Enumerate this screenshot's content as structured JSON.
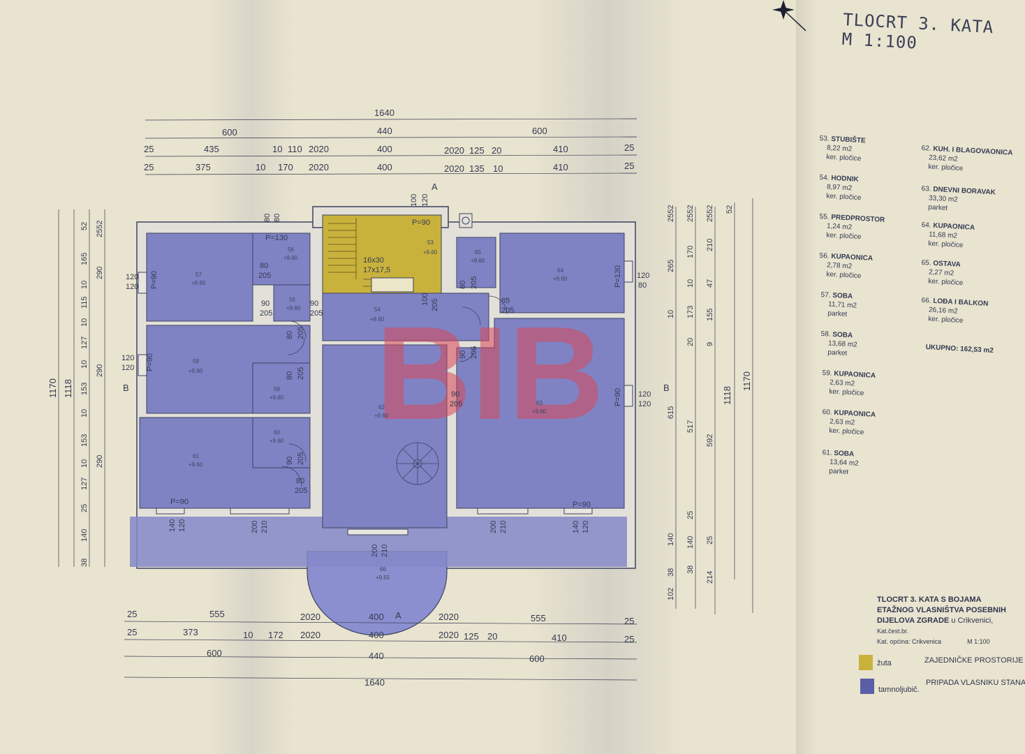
{
  "title": {
    "line1": "TLOCRT 3. KATA",
    "line2": "M 1:100"
  },
  "colors": {
    "paper": "#e9e4cf",
    "common": "#c9b23c",
    "owner": "#7f83c4",
    "wall": "#e3e1d9",
    "line": "#343a52",
    "watermark": "#d8485a"
  },
  "watermark": "BIB",
  "dimensions": {
    "top_total": "1640",
    "top_row1": [
      "600",
      "440",
      "600"
    ],
    "top_row2": [
      "25",
      "435",
      "10",
      "110",
      "2020",
      "400",
      "2020",
      "125",
      "20",
      "410",
      "25"
    ],
    "top_row3": [
      "25",
      "375",
      "10",
      "170",
      "2020",
      "400",
      "2020",
      "135",
      "10",
      "410",
      "25"
    ],
    "bottom_row1": [
      "25",
      "555",
      "2020",
      "400",
      "2020",
      "555",
      "25"
    ],
    "bottom_row2": [
      "25",
      "373",
      "10",
      "172",
      "2020",
      "400",
      "2020",
      "125",
      "20",
      "410",
      "25"
    ],
    "bottom_row3": [
      "600",
      "440",
      "600"
    ],
    "bottom_total": "1640",
    "left_outer": [
      "1170",
      "1118"
    ],
    "left_row": [
      "52",
      "2552",
      "165",
      "10",
      "115",
      "10",
      "127",
      "10",
      "153",
      "10",
      "153",
      "10",
      "127",
      "25",
      "140",
      "38"
    ],
    "left_row2": [
      "290",
      "290",
      "290"
    ],
    "right_row": [
      "2552",
      "170",
      "10",
      "173",
      "20",
      "517",
      "25",
      "140",
      "38",
      "102"
    ],
    "right_row2": [
      "2552",
      "210",
      "47",
      "155",
      "9",
      "592",
      "25",
      "214"
    ],
    "right_row3": [
      "265",
      "10",
      "615",
      "140",
      "38"
    ],
    "right_outer": [
      "52",
      "1118",
      "1170"
    ]
  },
  "plan_labels": {
    "stair_size1": "16x30",
    "stair_size2": "17x17,5",
    "section_a": "A",
    "section_b": "B",
    "openings": [
      "P=90",
      "P=130",
      "P=130",
      "P=90",
      "P=90",
      "P=90",
      "P=90",
      "P=90"
    ],
    "door_dims": [
      "80",
      "205",
      "90",
      "205",
      "80",
      "205",
      "100",
      "205",
      "85",
      "205",
      "90",
      "205",
      "90",
      "205",
      "80",
      "205",
      "90",
      "205",
      "80",
      "205"
    ],
    "window_dims": [
      "120",
      "120",
      "120",
      "120",
      "140",
      "120",
      "200",
      "210",
      "200",
      "210",
      "200",
      "210",
      "140",
      "120",
      "120",
      "80",
      "120",
      "120",
      "100",
      "120",
      "80",
      "80"
    ],
    "room_numbers": [
      "53",
      "54",
      "55",
      "56",
      "57",
      "58",
      "59",
      "60",
      "61",
      "62",
      "63",
      "64",
      "65",
      "66"
    ],
    "levels": "+9.60",
    "balcony_level": "+9.55"
  },
  "rooms": [
    {
      "num": "53.",
      "name": "STUBIŠTE",
      "area": "8,22 m2",
      "floor": "ker. pločice"
    },
    {
      "num": "54.",
      "name": "HODNIK",
      "area": "8,97 m2",
      "floor": "ker. pločice"
    },
    {
      "num": "55.",
      "name": "PREDPROSTOR",
      "area": "1,24 m2",
      "floor": "ker. pločice"
    },
    {
      "num": "56.",
      "name": "KUPAONICA",
      "area": "2,78 m2",
      "floor": "ker. pločice"
    },
    {
      "num": "57.",
      "name": "SOBA",
      "area": "11,71 m2",
      "floor": "parket"
    },
    {
      "num": "58.",
      "name": "SOBA",
      "area": "13,68 m2",
      "floor": "parket"
    },
    {
      "num": "59.",
      "name": "KUPAONICA",
      "area": "2,63 m2",
      "floor": "ker. pločice"
    },
    {
      "num": "60.",
      "name": "KUPAONICA",
      "area": "2,63 m2",
      "floor": "ker. pločice"
    },
    {
      "num": "61.",
      "name": "SOBA",
      "area": "13,64 m2",
      "floor": "parket"
    },
    {
      "num": "62.",
      "name": "KUH. I BLAGOVAONICA",
      "area": "23,62 m2",
      "floor": "ker. pločice"
    },
    {
      "num": "63.",
      "name": "DNEVNI BORAVAK",
      "area": "33,30 m2",
      "floor": "parket"
    },
    {
      "num": "64.",
      "name": "KUPAONICA",
      "area": "11,68 m2",
      "floor": "ker. pločice"
    },
    {
      "num": "65.",
      "name": "OSTAVA",
      "area": "2,27 m2",
      "floor": "ker. pločice"
    },
    {
      "num": "66.",
      "name": "LOĐA I BALKON",
      "area": "26,16 m2",
      "floor": "ker. pločice"
    }
  ],
  "total": "UKUPNO: 162,53 m2",
  "stamp": {
    "line1": "TLOCRT 3. KATA S BOJAMA",
    "line2": "ETAŽNOG VLASNIŠTVA POSEBNIH",
    "line3a": "DIJELOVA ZGRADE",
    "line3b": "u Crikvenici,",
    "line3c": "Kat.čest.br.",
    "line4a": "Kat. općina: Crikvenica",
    "line4b": "M 1:100"
  },
  "key": {
    "yellow_label": "žuta",
    "yellow_text": "ZAJEDNIČKE PROSTORIJE",
    "violet_label": "tamnoljubič.",
    "violet_text": "PRIPADA VLASNIKU STANA"
  }
}
